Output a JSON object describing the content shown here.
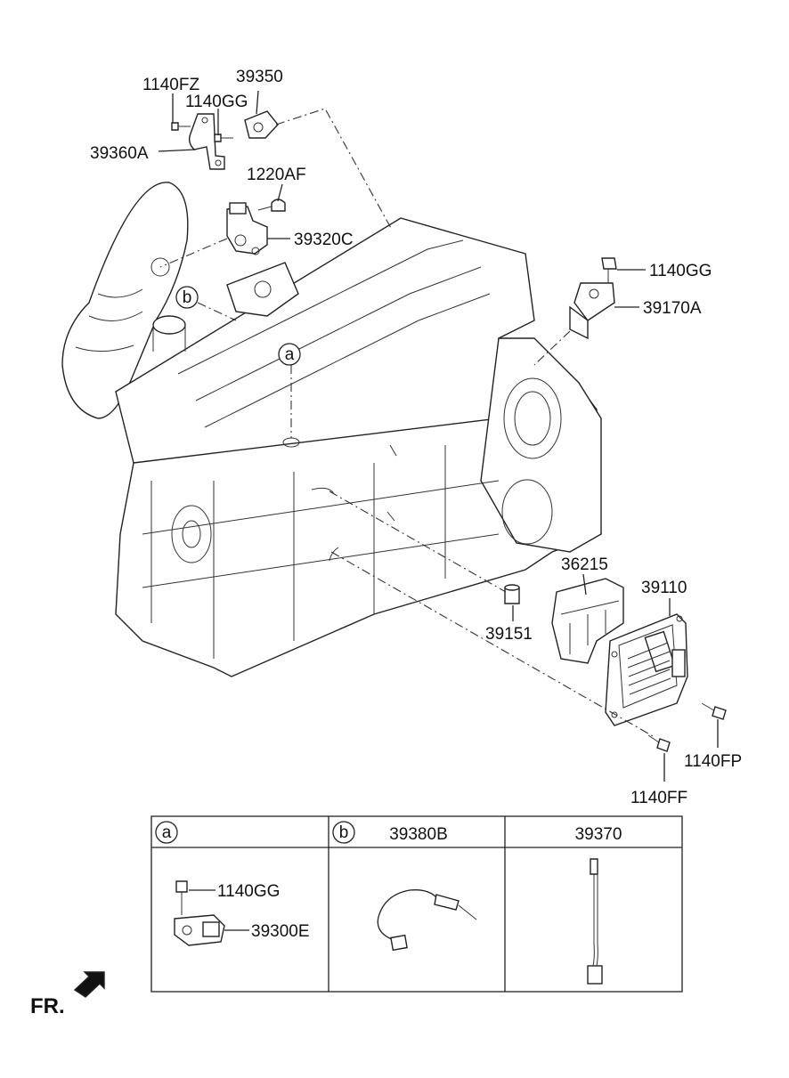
{
  "labels": {
    "p1140FZ": "1140FZ",
    "p1140GG_top": "1140GG",
    "p39350": "39350",
    "p39360A": "39360A",
    "p1220AF": "1220AF",
    "p39320C": "39320C",
    "p1140GG_right": "1140GG",
    "p39170A": "39170A",
    "callout_a": "a",
    "callout_b": "b",
    "p36215": "36215",
    "p39110": "39110",
    "p39151": "39151",
    "p1140FP": "1140FP",
    "p1140FF": "1140FF"
  },
  "table": {
    "col_a_marker": "a",
    "col_b_marker": "b",
    "col_b_title": "39380B",
    "col_c_title": "39370",
    "a_bolt": "1140GG",
    "a_sensor": "39300E"
  },
  "direction": "FR."
}
